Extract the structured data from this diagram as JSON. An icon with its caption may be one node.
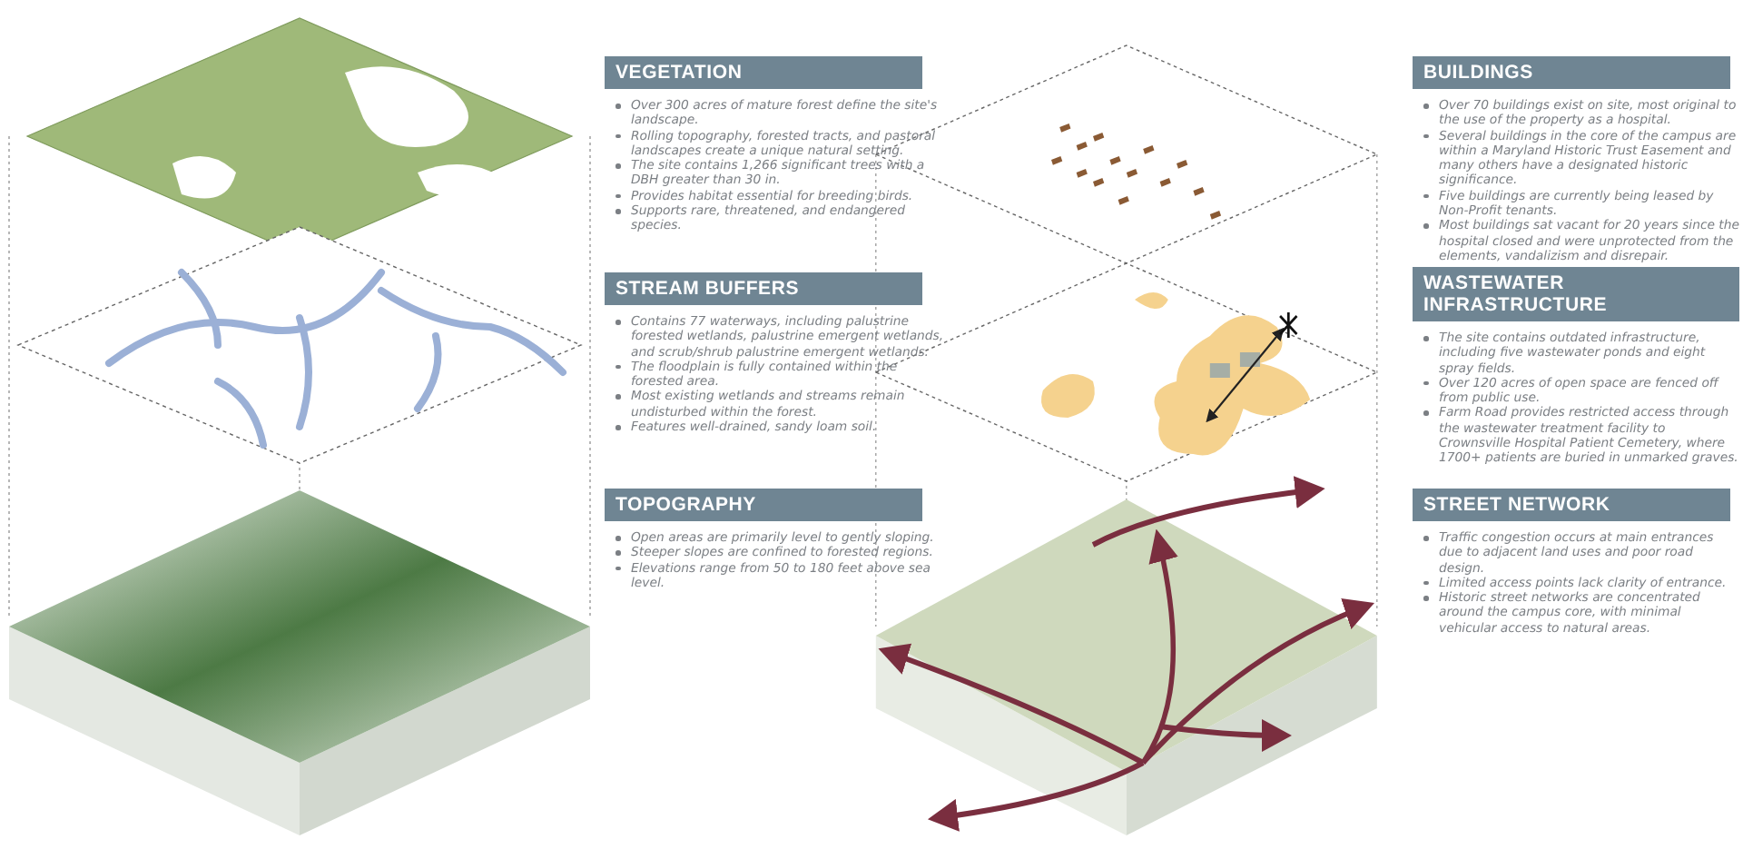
{
  "diagram": {
    "nodes": [
      {
        "text": [
          "VEGETATION"
        ],
        "beside": [
          "Over 300 acres of mature forest define the site's landscape.",
          "Rolling topography, forested tracts, and pastoral landscapes create a unique natural setting.",
          "The site contains 1,266 significant trees with a DBH greater than 30 in.",
          "Provides habitat essential for breeding birds.",
          "Supports rare, threatened, and endangered species."
        ]
      },
      {
        "text": [
          "STREAM BUFFERS"
        ],
        "beside": [
          "Contains 77 waterways, including palustrine forested wetlands, palustrine emergent wetlands, and scrub/shrub palustrine emergent wetlands.",
          "The floodplain is fully contained within the forested area.",
          "Most existing wetlands and streams remain undisturbed within the forest.",
          "Features well-drained, sandy loam soil."
        ]
      },
      {
        "text": [
          "TOPOGRAPHY"
        ],
        "beside": [
          "Open areas are primarily level to gently sloping.",
          "Steeper slopes are confined to forested regions.",
          "Elevations range from 50 to 180 feet above sea level."
        ]
      },
      {
        "text": [
          "BUILDINGS"
        ],
        "beside": [
          "Over 70 buildings exist on site, most original to the use of the property as a hospital.",
          "Several buildings in the core of the campus are within a Maryland Historic Trust Easement and many others have a designated historic significance.",
          "Five buildings are currently being leased by Non-Profit tenants.",
          "Most buildings sat vacant for 20 years since the hospital closed and were unprotected from the elements, vandalizism and disrepair."
        ]
      },
      {
        "text": [
          "WASTEWATER INFRASTRUCTURE"
        ],
        "beside": [
          "The site contains outdated infrastructure, including five wastewater ponds and eight spray fields.",
          "Over 120 acres of open space are fenced off from public use.",
          "Farm Road provides restricted access through the wastewater treatment facility to Crownsville Hospital Patient Cemetery, where 1700+ patients are buried in unmarked graves."
        ]
      },
      {
        "text": [
          "STREET NETWORK"
        ],
        "beside": [
          "Traffic congestion occurs at main entrances due to adjacent land uses and poor road design.",
          "Limited access points lack clarity of entrance.",
          "Historic street networks are concentrated around the campus core, with minimal vehicular access to natural areas."
        ]
      }
    ],
    "edges": []
  }
}
